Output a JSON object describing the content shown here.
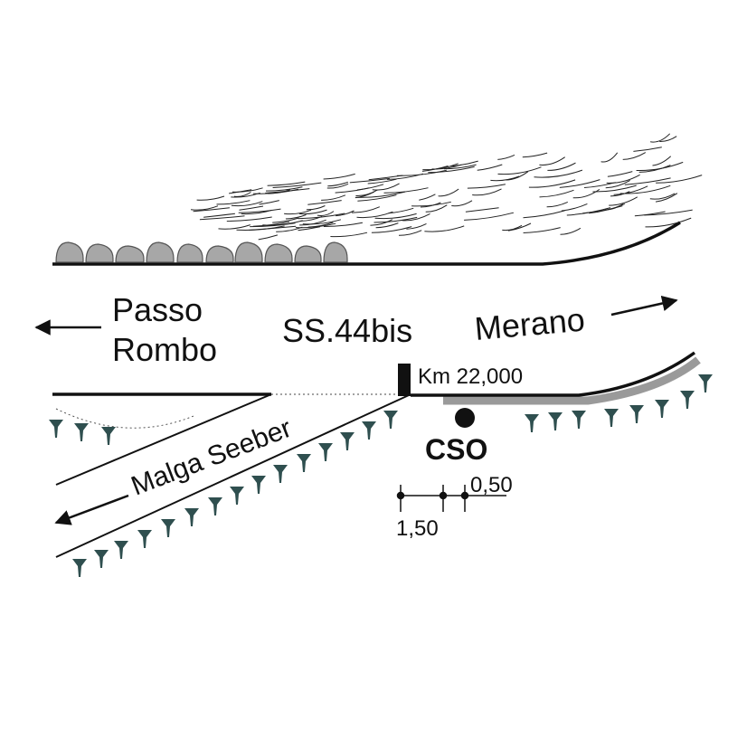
{
  "labels": {
    "passo": "Passo",
    "rombo": "Rombo",
    "road": "SS.44bis",
    "merano": "Merano",
    "km": "Km 22,000",
    "malga": "Malga Seeber",
    "cso": "CSO",
    "dist_right": "0,50",
    "dist_left": "1,50"
  },
  "colors": {
    "line": "#111111",
    "boulder_fill": "#a7a7a7",
    "shoulder": "#9a9a9a",
    "tree": "#2f4f4f"
  },
  "icons": {
    "boulders": "boulder-icon",
    "trees": "conifer-tree-icon",
    "marker": "km-post-icon",
    "station": "cso-dot-icon"
  }
}
